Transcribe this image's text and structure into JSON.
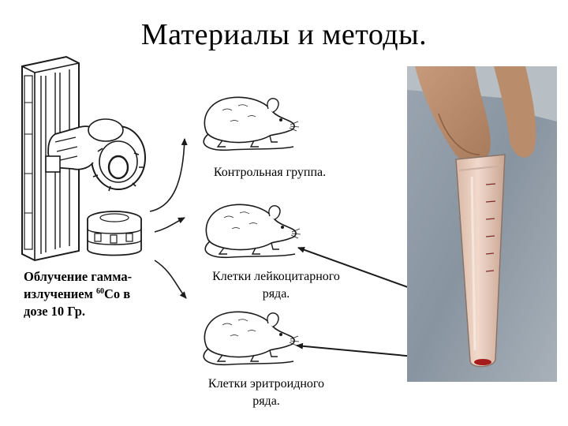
{
  "title": "Материалы и методы.",
  "captions": {
    "irradiation_line1": "Облучение гамма-",
    "irradiation_line2a": "излучением ",
    "irradiation_isotope_mass": "60",
    "irradiation_line2b": "Co в",
    "irradiation_line3": "дозе 10 Гр.",
    "control_group": "Контрольная группа.",
    "leukocyte_line1": "Клетки лейкоцитарного",
    "leukocyte_line2": "ряда.",
    "erythroid_line1": "Клетки эритроидного",
    "erythroid_line2": "ряда."
  },
  "colors": {
    "line": "#1a1a1a",
    "photo_bg": "#8c9aa8",
    "tube_fluid": "#e9c9b6",
    "tube_pellet": "#a41c1c"
  },
  "icons": [
    "gamma-irradiator-icon",
    "sample-container-icon",
    "rat-icon",
    "arrow-icon",
    "test-tube-photo"
  ]
}
